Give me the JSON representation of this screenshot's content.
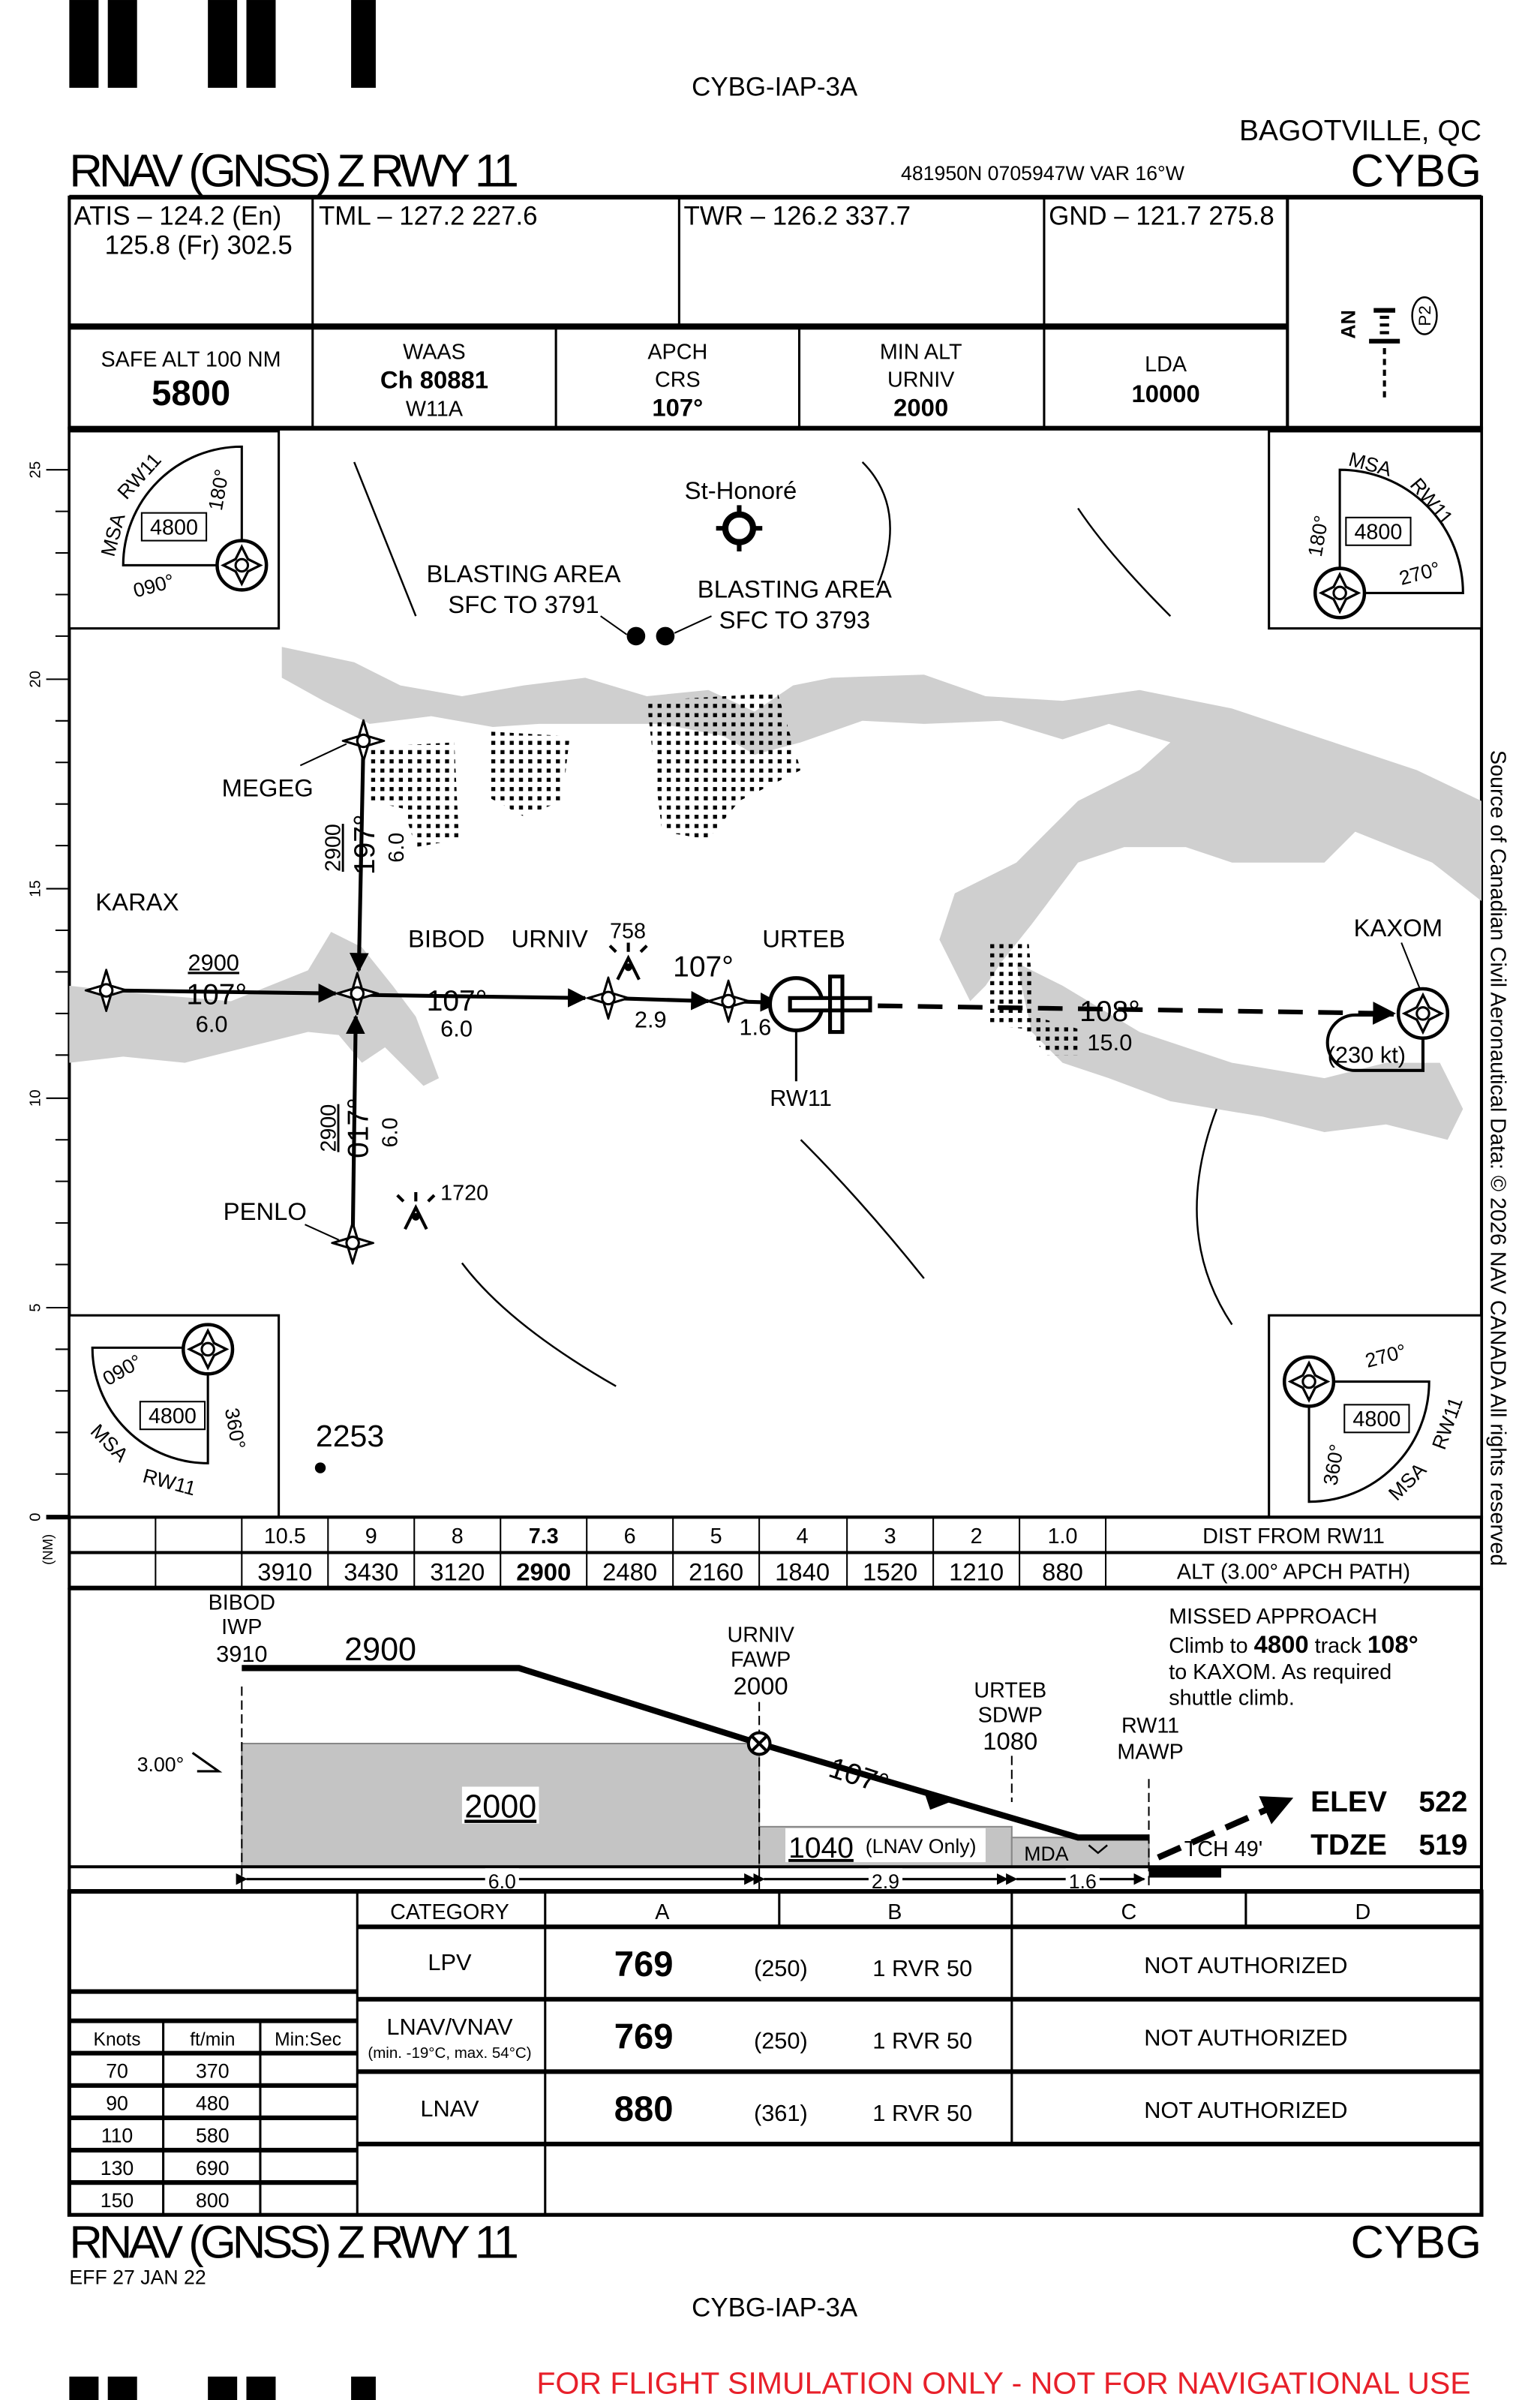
{
  "header": {
    "chart_id": "CYBG-IAP-3A",
    "location": "BAGOTVILLE, QC",
    "procedure_title": "RNAV (GNSS) Z RWY 11",
    "airport_id": "CYBG",
    "coordinates": "481950N  0705947W  VAR 16°W"
  },
  "comms": {
    "atis_line1": "ATIS – 124.2 (En)",
    "atis_line2": "125.8 (Fr)  302.5",
    "tml": "TML – 127.2  227.6",
    "twr": "TWR – 126.2  337.7",
    "gnd": "GND – 121.7  275.8"
  },
  "briefing": {
    "safe_alt_label": "SAFE ALT 100 NM",
    "safe_alt_value": "5800",
    "waas_label": "WAAS",
    "waas_channel": "Ch 80881",
    "waas_id": "W11A",
    "apch_label1": "APCH",
    "apch_label2": "CRS",
    "apch_value": "107°",
    "min_alt_label1": "MIN ALT",
    "min_alt_label2": "URNIV",
    "min_alt_value": "2000",
    "lda_label": "LDA",
    "lda_value": "10000",
    "lighting_code": "P2",
    "lighting_letters": "AN"
  },
  "plan": {
    "scale_ticks": [
      "25",
      "20",
      "15",
      "10",
      "5",
      "0"
    ],
    "scale_unit": "(NM)",
    "copyright": "Source of Canadian Civil Aeronautical Data: © 2026 NAV CANADA All rights reserved",
    "airport_nearby": "St-Honoré",
    "blasting1_line1": "BLASTING AREA",
    "blasting1_line2": "SFC TO 3791",
    "blasting2_line1": "BLASTING AREA",
    "blasting2_line2": "SFC TO 3793",
    "fixes": {
      "megeg": "MEGEG",
      "karax": "KARAX",
      "bibod": "BIBOD",
      "urniv": "URNIV",
      "urteb": "URTEB",
      "kaxom": "KAXOM",
      "penlo": "PENLO",
      "rw11": "RW11"
    },
    "obstacles": {
      "o1": "758",
      "o2": "1720",
      "spot": "2253"
    },
    "legs": {
      "megeg_alt": "2900",
      "megeg_crs": "197°",
      "megeg_dist": "6.0",
      "karax_alt": "2900",
      "karax_crs": "107°",
      "karax_dist": "6.0",
      "bibod_crs": "107°",
      "bibod_dist": "6.0",
      "urniv_dist": "2.9",
      "urniv_crs": "107°",
      "urteb_dist": "1.6",
      "miss_crs": "108°",
      "miss_dist": "15.0",
      "hold_speed": "(230 kt)",
      "penlo_alt": "2900",
      "penlo_crs": "017°",
      "penlo_dist": "6.0"
    },
    "msa": {
      "label": "MSA",
      "fix": "RW11",
      "alt": "4800",
      "tl_b1": "180°",
      "tl_b2": "090°",
      "tr_b1": "180°",
      "tr_b2": "270°",
      "bl_b1": "090°",
      "bl_b2": "360°",
      "br_b1": "270°",
      "br_b2": "360°"
    }
  },
  "profile_table": {
    "dist": [
      "10.5",
      "9",
      "8",
      "7.3",
      "6",
      "5",
      "4",
      "3",
      "2",
      "1.0"
    ],
    "alt": [
      "3910",
      "3430",
      "3120",
      "2900",
      "2480",
      "2160",
      "1840",
      "1520",
      "1210",
      "880"
    ],
    "dist_label": "DIST FROM RW11",
    "alt_label": "ALT (3.00° APCH PATH)"
  },
  "profile": {
    "bibod_name": "BIBOD",
    "bibod_type": "IWP",
    "bibod_alt": "3910",
    "initial_alt": "2900",
    "urniv_name": "URNIV",
    "urniv_type": "FAWP",
    "urniv_alt": "2000",
    "urteb_name": "URTEB",
    "urteb_type": "SDWP",
    "urteb_alt": "1080",
    "rw11_name": "RW11",
    "rw11_type": "MAWP",
    "glide_angle": "3.00°",
    "fas_alt": "2000",
    "step_alt": "1040",
    "step_note": "(LNAV Only)",
    "mda": "MDA",
    "course": "107°",
    "tch": "TCH 49'",
    "elev_label": "ELEV",
    "elev": "522",
    "tdze_label": "TDZE",
    "tdze": "519",
    "seg1": "6.0",
    "seg2": "2.9",
    "seg3": "1.6",
    "missed_title": "MISSED APPROACH",
    "missed_l1a": "Climb to ",
    "missed_alt": "4800",
    "missed_l1b": " track ",
    "missed_trk": "108°",
    "missed_l2": "to KAXOM. As required",
    "missed_l3": "shuttle climb."
  },
  "minimums": {
    "category_label": "CATEGORY",
    "categories": [
      "A",
      "B",
      "C",
      "D"
    ],
    "rows": [
      {
        "type": "LPV",
        "note": "",
        "da": "769",
        "hat": "(250)",
        "vis": "1 RVR 50",
        "cd": "NOT AUTHORIZED"
      },
      {
        "type": "LNAV/VNAV",
        "note": "(min. -19°C, max. 54°C)",
        "da": "769",
        "hat": "(250)",
        "vis": "1 RVR 50",
        "cd": "NOT AUTHORIZED"
      },
      {
        "type": "LNAV",
        "note": "",
        "da": "880",
        "hat": "(361)",
        "vis": "1 RVR 50",
        "cd": "NOT AUTHORIZED"
      }
    ],
    "rate_headers": [
      "Knots",
      "ft/min",
      "Min:Sec"
    ],
    "rates": [
      [
        "70",
        "370"
      ],
      [
        "90",
        "480"
      ],
      [
        "110",
        "580"
      ],
      [
        "130",
        "690"
      ],
      [
        "150",
        "800"
      ]
    ]
  },
  "footer": {
    "procedure_title": "RNAV (GNSS) Z RWY 11",
    "airport_id": "CYBG",
    "effective": "EFF 27 JAN 22",
    "chart_id": "CYBG-IAP-3A",
    "disclaimer": "FOR FLIGHT SIMULATION ONLY - NOT FOR NAVIGATIONAL USE",
    "disclaimer_color": "#e8202a"
  }
}
